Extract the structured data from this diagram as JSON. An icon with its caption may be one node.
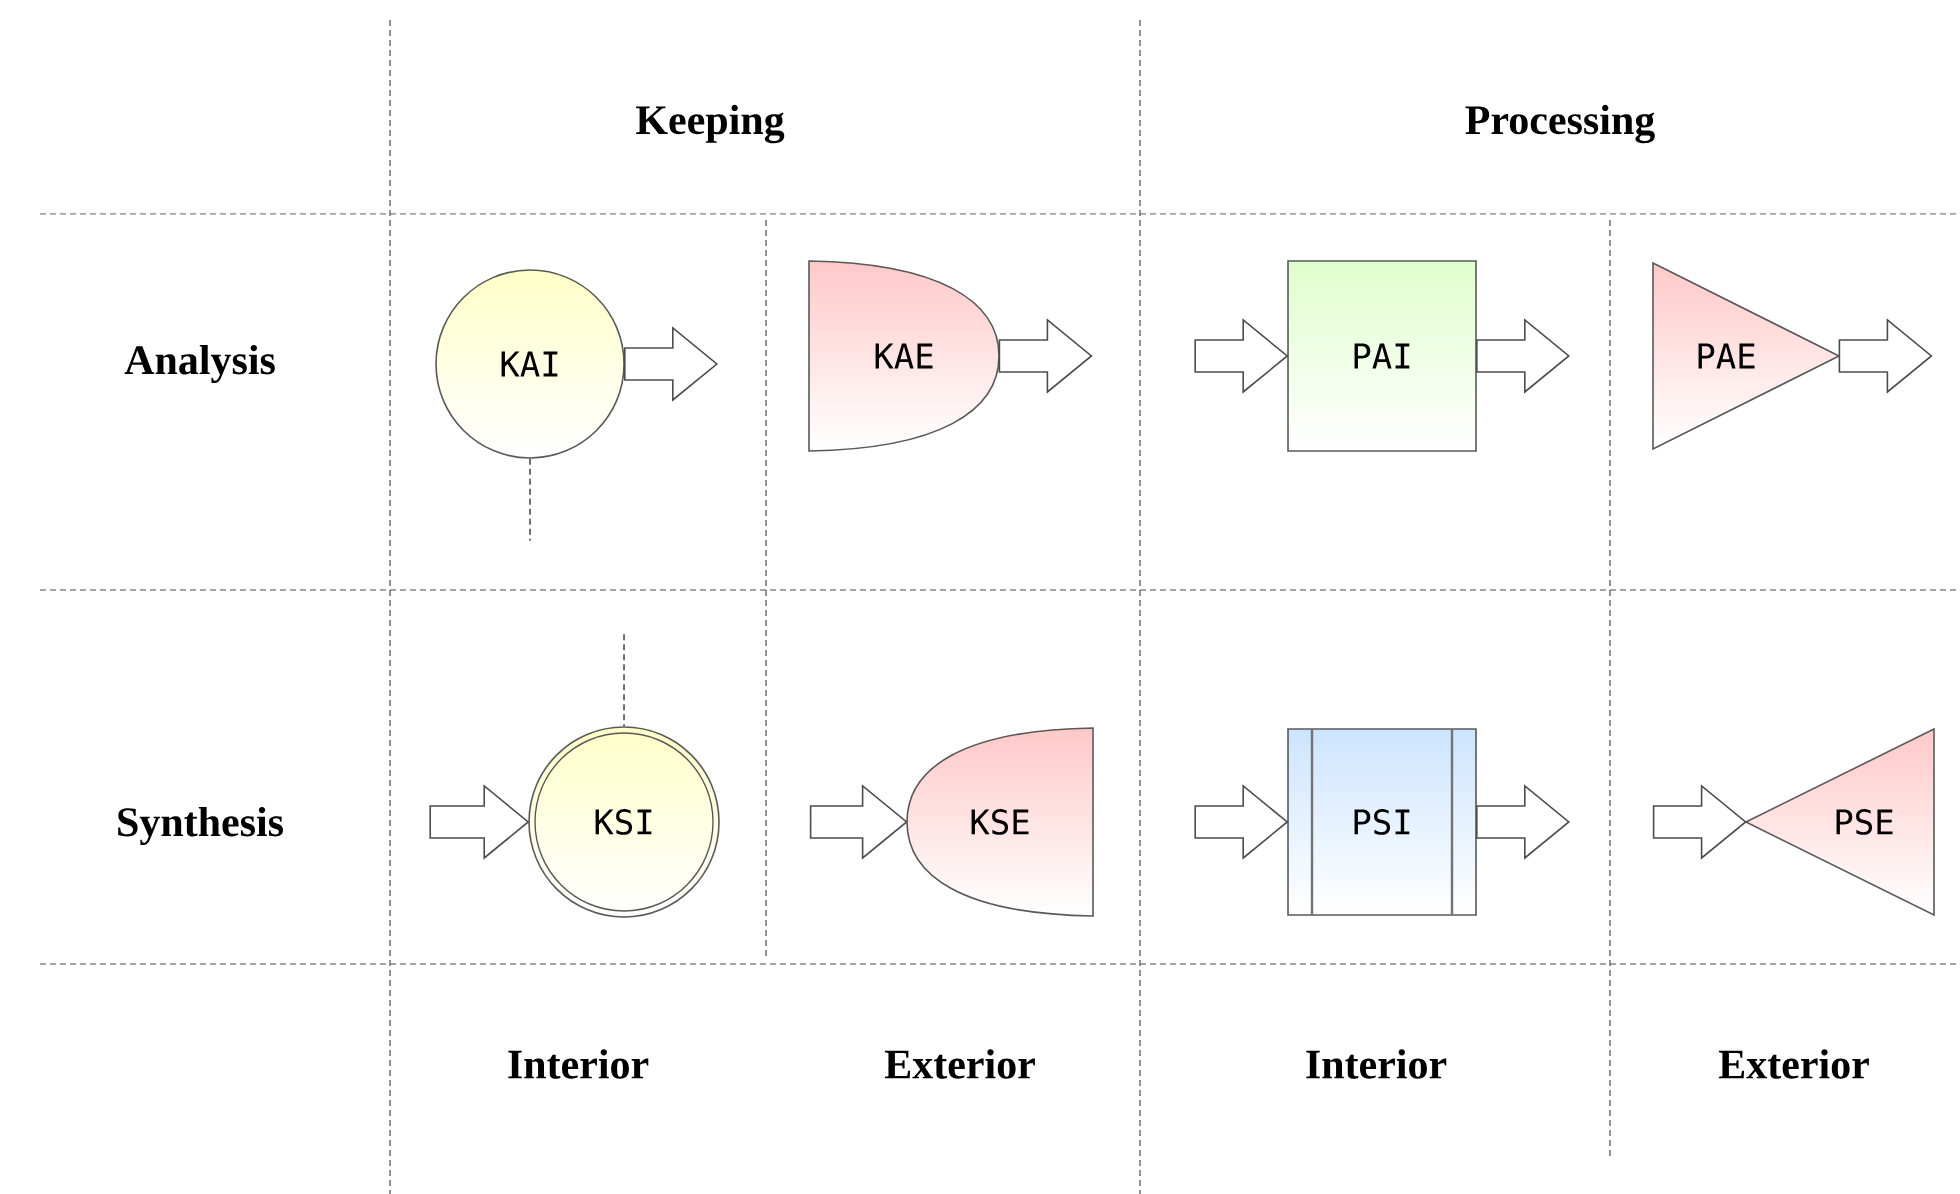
{
  "diagram": {
    "nodes": [
      {
        "text": [
          "KAI"
        ]
      },
      {
        "text": [
          "KAE"
        ]
      },
      {
        "text": [
          "PAI"
        ]
      },
      {
        "text": [
          "PAE"
        ]
      },
      {
        "text": [
          "KSI"
        ]
      },
      {
        "text": [
          "KSE"
        ]
      },
      {
        "text": [
          "PSI"
        ]
      },
      {
        "text": [
          "PSE"
        ]
      }
    ],
    "edges": [
      {
        "from": 0,
        "to": null,
        "arrow": "to"
      },
      {
        "from": 0,
        "to": null,
        "arrow": "none",
        "style": "dashed"
      },
      {
        "from": 1,
        "to": null,
        "arrow": "to"
      },
      {
        "from": null,
        "to": 2,
        "arrow": "to"
      },
      {
        "from": 2,
        "to": null,
        "arrow": "to"
      },
      {
        "from": 3,
        "to": null,
        "arrow": "to"
      },
      {
        "from": null,
        "to": 4,
        "arrow": "none",
        "style": "dashed"
      },
      {
        "from": null,
        "to": 4,
        "arrow": "to"
      },
      {
        "from": null,
        "to": 5,
        "arrow": "to"
      },
      {
        "from": null,
        "to": 6,
        "arrow": "to"
      },
      {
        "from": 6,
        "to": null,
        "arrow": "to"
      },
      {
        "from": null,
        "to": 7,
        "arrow": "to"
      }
    ],
    "labels": [
      "Keeping",
      "Processing",
      "Analysis",
      "Synthesis",
      "Interior",
      "Exterior",
      "Interior",
      "Exterior"
    ]
  }
}
